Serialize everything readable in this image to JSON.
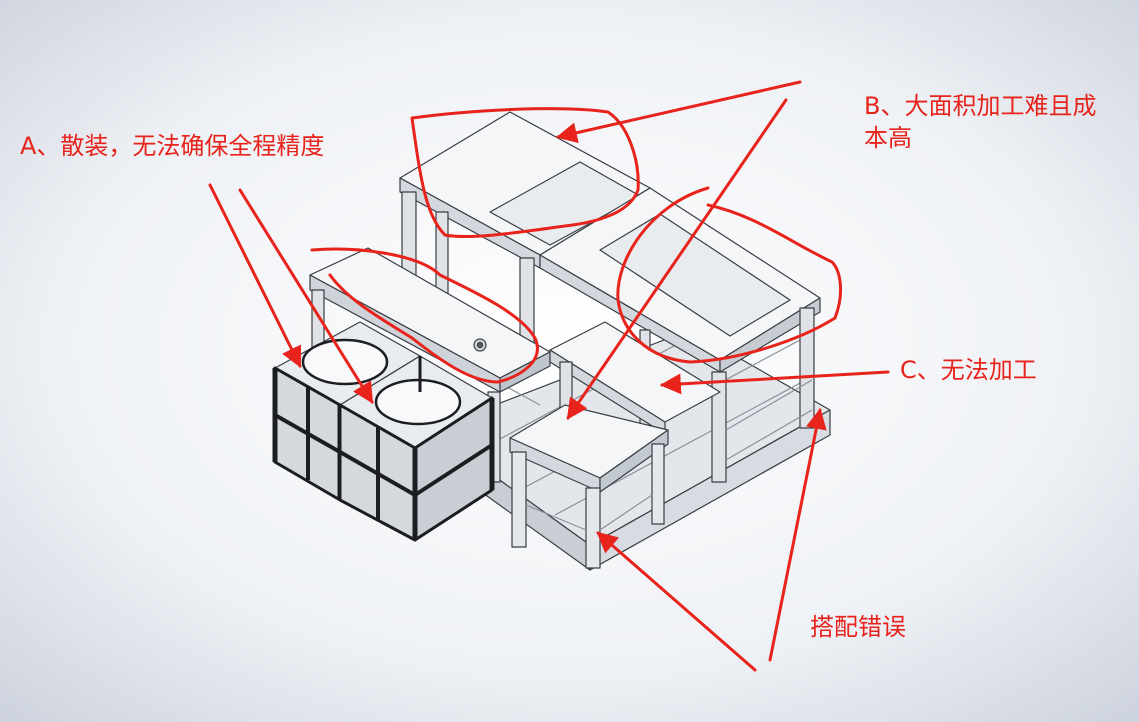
{
  "annotations": {
    "a": "A、散装，无法确保全程精度",
    "b_line1": "B、大面积加工难且成",
    "b_line2": "本高",
    "c": "C、无法加工",
    "d": "搭配错误"
  },
  "colors": {
    "annotation": "#e8231c",
    "frame_light": "#f4f6f8",
    "frame_side": "#d3d8de",
    "frame_edge": "#3a3d42",
    "frame_dark": "#1c1d20",
    "background_center": "#ffffff",
    "background_edge": "#c9cfda"
  }
}
